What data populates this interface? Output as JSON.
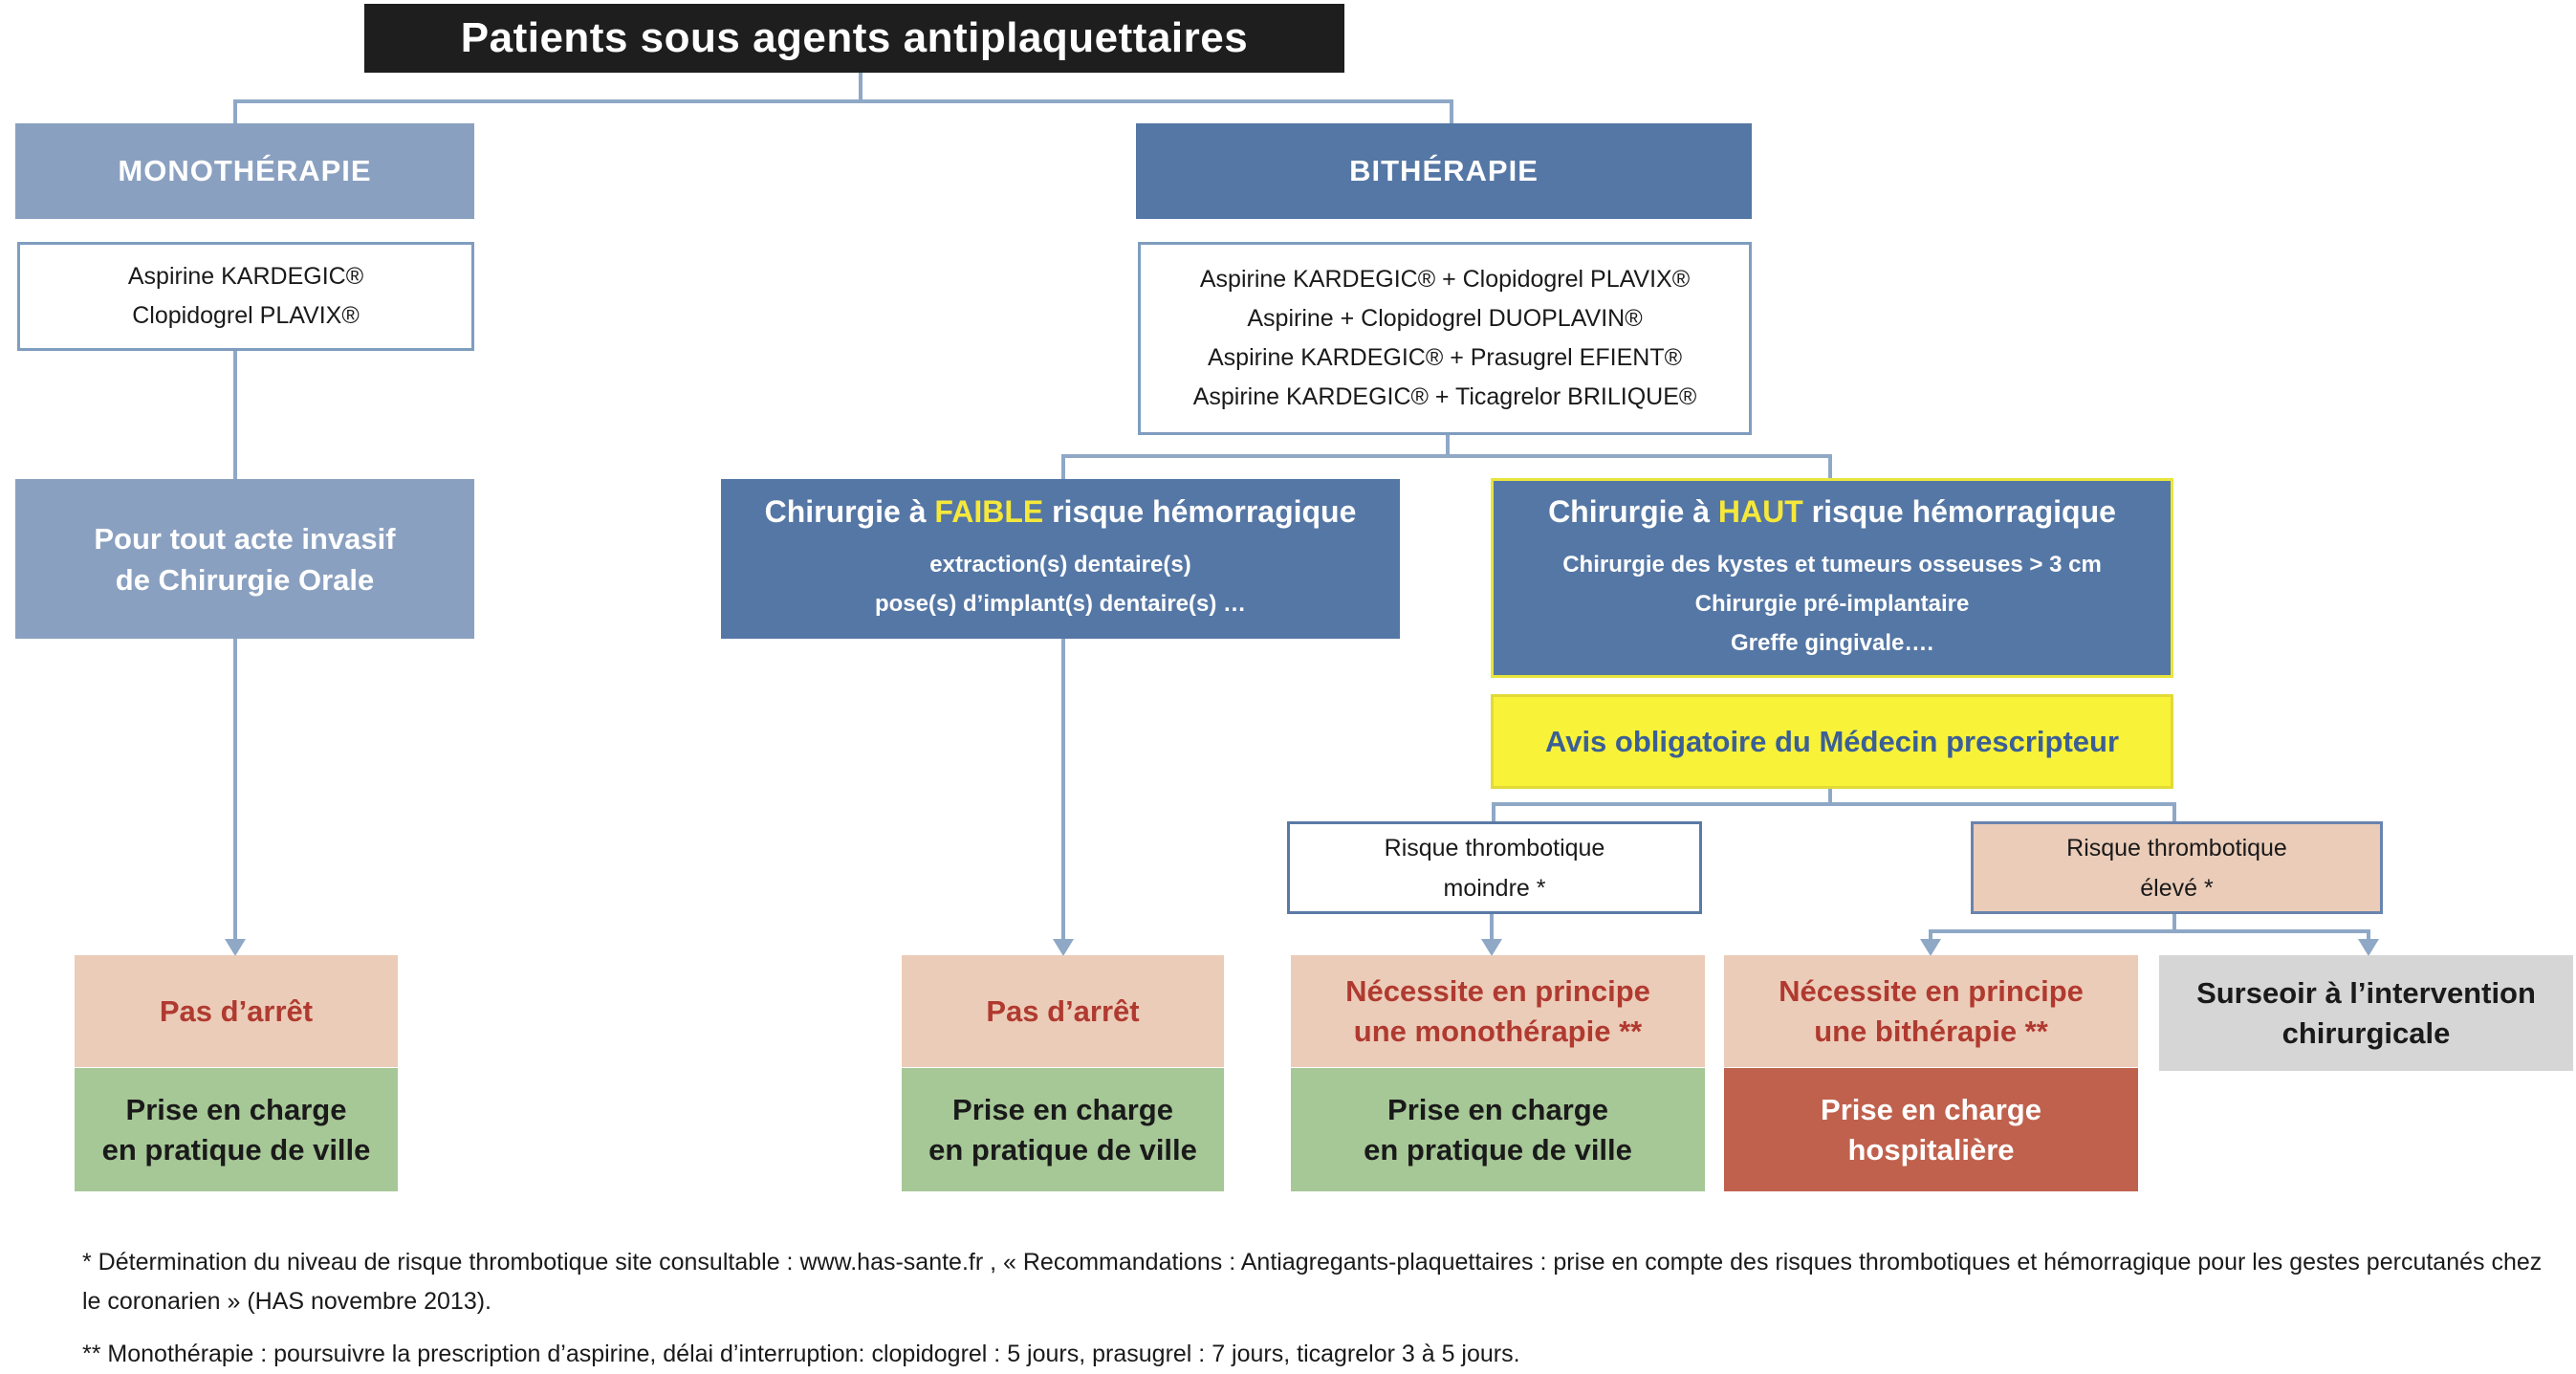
{
  "title": "Patients sous agents antiplaquettaires",
  "monotherapie": {
    "header": "MONOTHÉRAPIE",
    "drugs": [
      "Aspirine KARDEGIC®",
      "Clopidogrel PLAVIX®"
    ],
    "invasive": [
      "Pour tout acte invasif",
      "de Chirurgie Orale"
    ]
  },
  "bitherapie": {
    "header": "BITHÉRAPIE",
    "drugs": [
      "Aspirine KARDEGIC® + Clopidogrel PLAVIX®",
      "Aspirine + Clopidogrel DUOPLAVIN®",
      "Aspirine KARDEGIC® + Prasugrel EFIENT®",
      "Aspirine KARDEGIC® + Ticagrelor BRILIQUE®"
    ]
  },
  "low_risk": {
    "title_pre": "Chirurgie à ",
    "title_hl": "FAIBLE",
    "title_post": " risque hémorragique",
    "lines": [
      "extraction(s) dentaire(s)",
      "pose(s) d’implant(s) dentaire(s) …"
    ]
  },
  "high_risk": {
    "title_pre": "Chirurgie à ",
    "title_hl": "HAUT",
    "title_post": " risque hémorragique",
    "lines": [
      "Chirurgie des kystes et tumeurs osseuses > 3 cm",
      "Chirurgie pré-implantaire",
      "Greffe gingivale…."
    ]
  },
  "avis": "Avis obligatoire du Médecin prescripteur",
  "thrombo_low": [
    "Risque thrombotique",
    "moindre *"
  ],
  "thrombo_high": [
    "Risque thrombotique",
    "élevé *"
  ],
  "outcomes": {
    "pas_arret": "Pas d’arrêt",
    "prise_ville": [
      "Prise en charge",
      "en pratique de ville"
    ],
    "necessite_mono": [
      "Nécessite en principe",
      "une monothérapie **"
    ],
    "necessite_bi": [
      "Nécessite en principe",
      "une bithérapie **"
    ],
    "prise_hosp": [
      "Prise en charge",
      "hospitalière"
    ],
    "surseoir": [
      "Surseoir à l’intervention",
      "chirurgicale"
    ]
  },
  "colors": {
    "line": "#8fa8c6",
    "mono": "#8aa0c0",
    "bi": "#5577a5",
    "highlight": "#f5e83a",
    "peach": "#ebccb8",
    "green": "#a6c796",
    "hospital": "#c0614d",
    "grey": "#d6d6d6"
  },
  "footnotes": [
    "* Détermination du niveau de risque thrombotique site consultable : www.has-sante.fr , « Recommandations : Antiagregants-plaquettaires : prise en compte des risques thrombotiques et hémorragique pour les gestes percutanés chez le coronarien » (HAS novembre 2013).",
    "** Monothérapie : poursuivre la prescription d’aspirine, délai d’interruption: clopidogrel : 5 jours, prasugrel : 7 jours, ticagrelor 3 à 5 jours."
  ]
}
